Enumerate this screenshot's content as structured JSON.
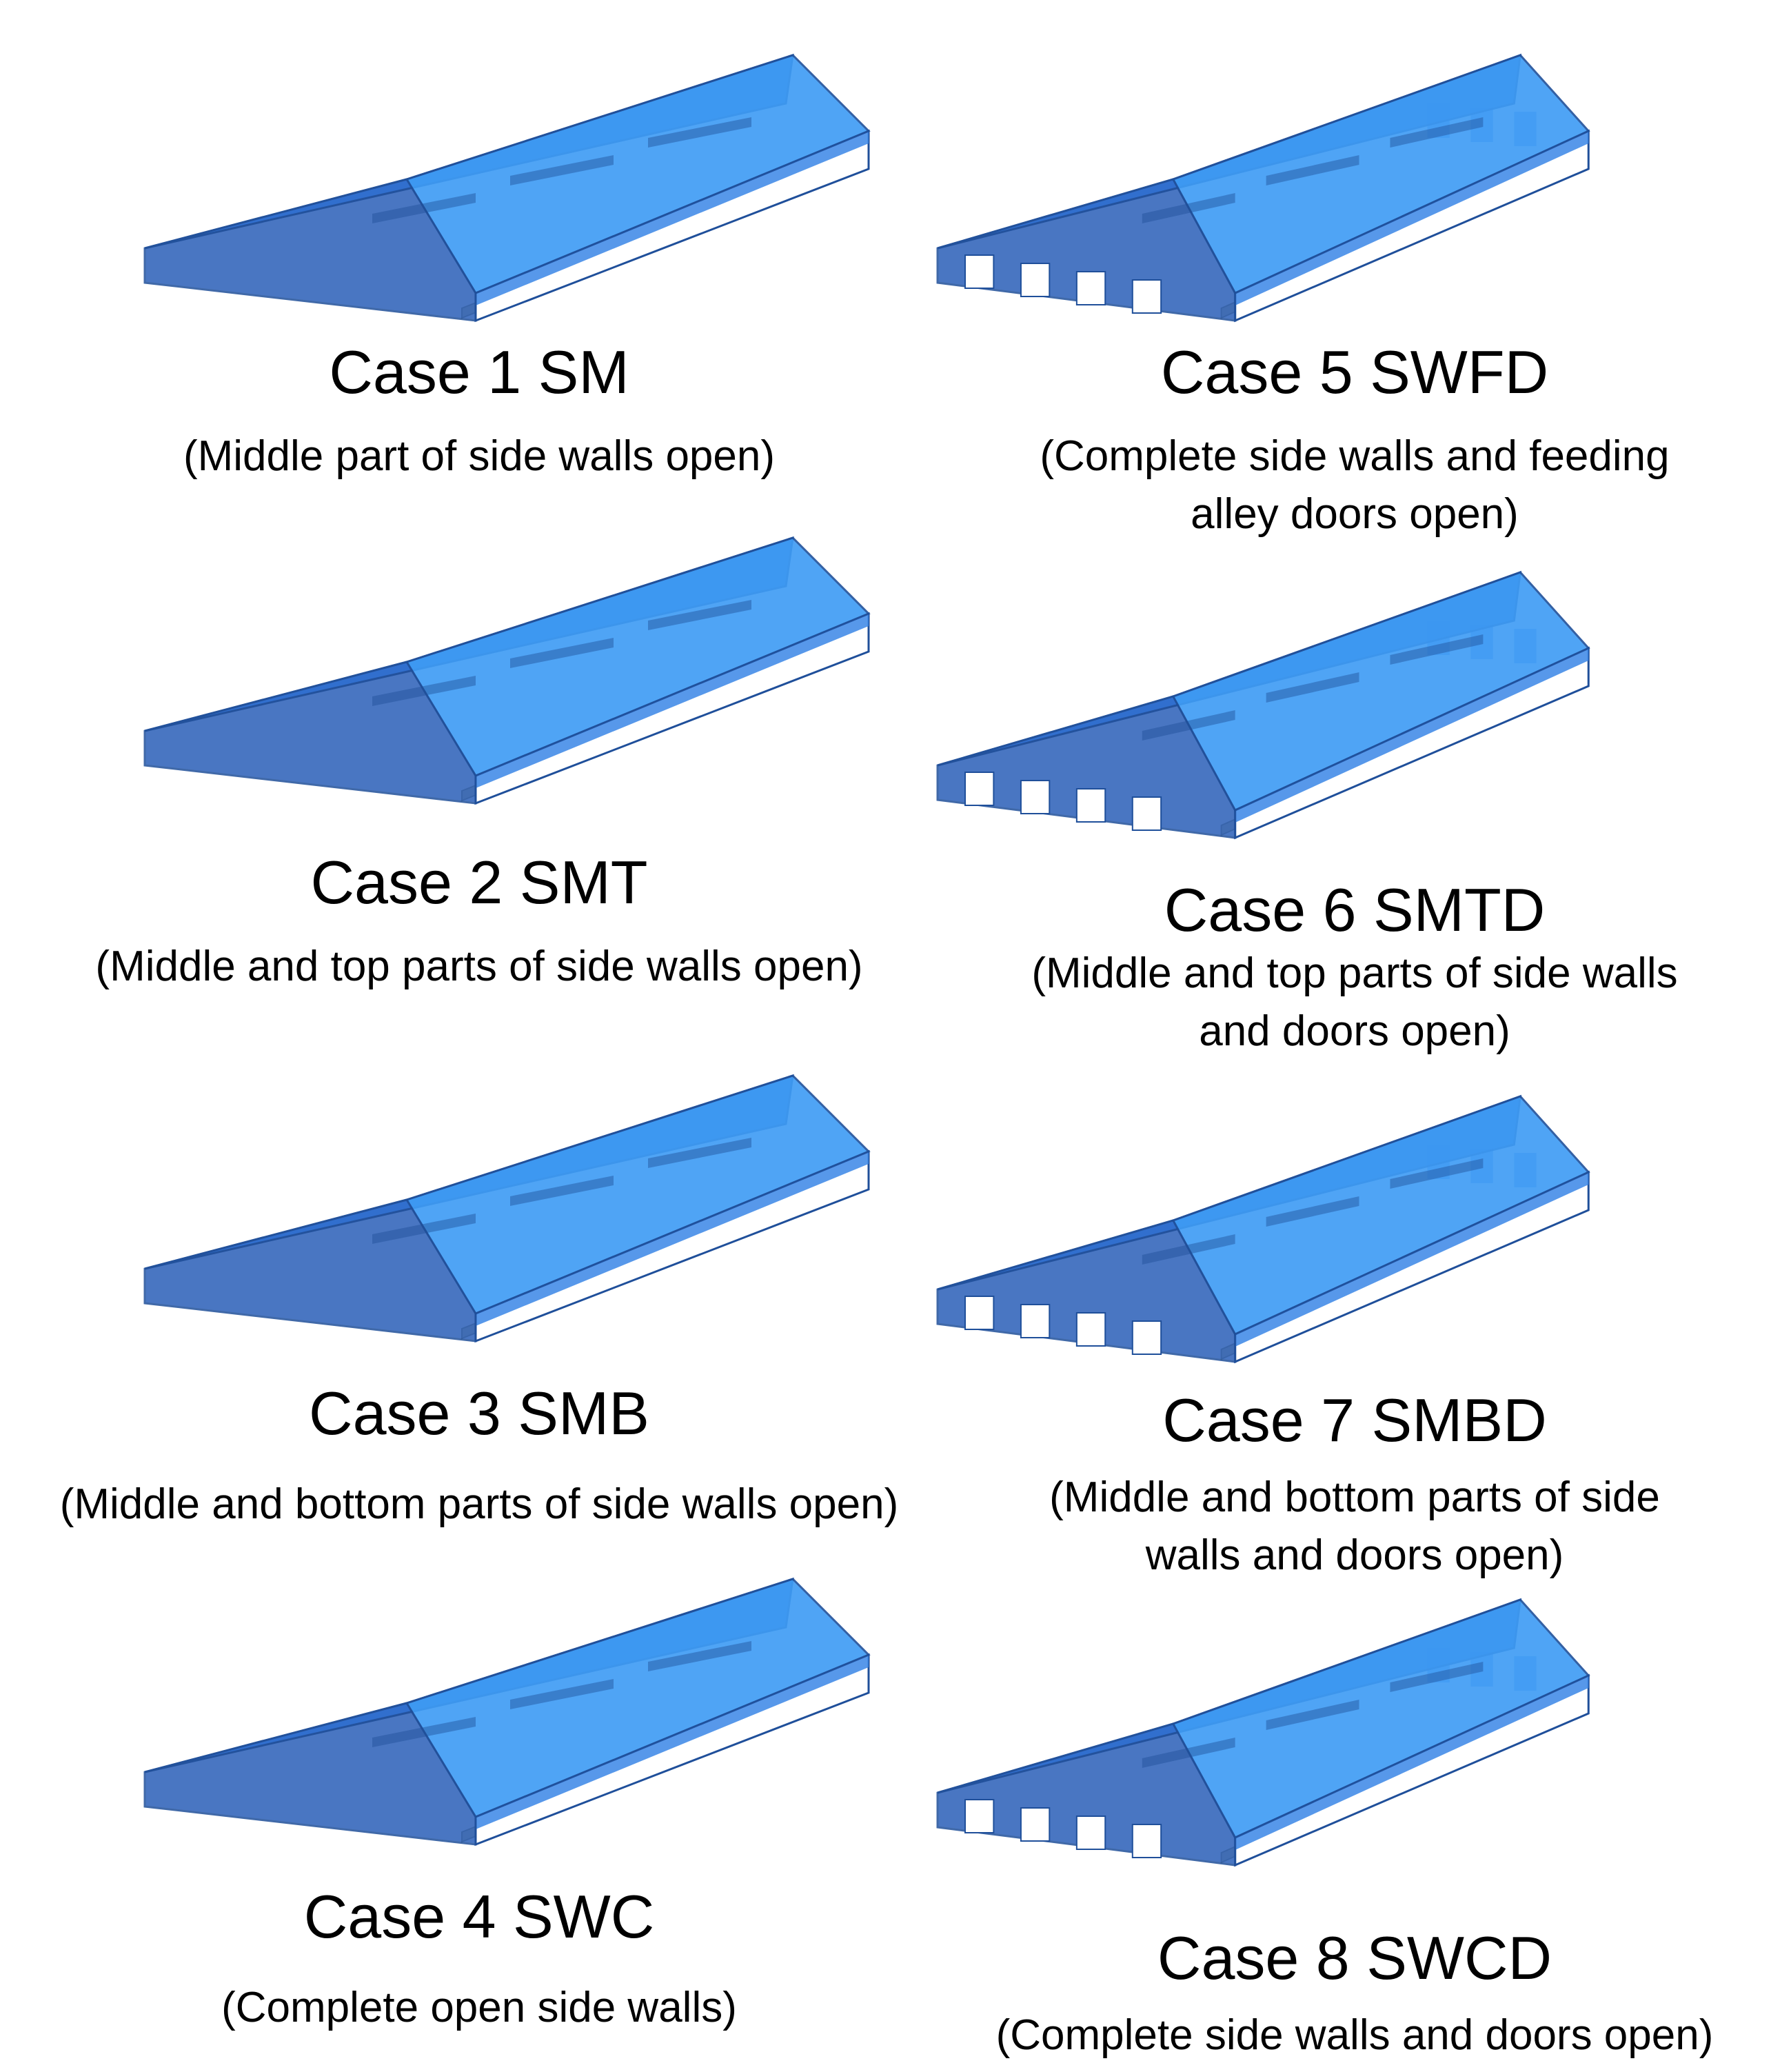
{
  "colors": {
    "roof_light": "#3d9bf5",
    "roof_dark": "#2f6fd0",
    "wall": "#3a86e6",
    "wall_dark": "#2a5fb8",
    "feed_alley": "#c9c29a",
    "opening": "#ffffff",
    "edge": "#1f4f9a"
  },
  "cases": [
    {
      "id": "case-1",
      "title": "Case 1 SM",
      "description": "(Middle part of side walls open)",
      "doors": false
    },
    {
      "id": "case-2",
      "title": "Case 2 SMT",
      "description": "(Middle and top parts of side walls open)",
      "doors": false
    },
    {
      "id": "case-3",
      "title": "Case 3 SMB",
      "description": "(Middle and bottom parts of side walls open)",
      "doors": false
    },
    {
      "id": "case-4",
      "title": "Case 4 SWC",
      "description": "(Complete open side walls)",
      "doors": false
    },
    {
      "id": "case-5",
      "title": "Case 5 SWFD",
      "description": "(Complete side walls and feeding\nalley doors open)",
      "doors": true
    },
    {
      "id": "case-6",
      "title": "Case 6 SMTD",
      "description": "(Middle and top parts of side walls\nand doors open)",
      "doors": true
    },
    {
      "id": "case-7",
      "title": "Case 7 SMBD",
      "description": "(Middle and bottom parts of side\nwalls and doors open)",
      "doors": true
    },
    {
      "id": "case-8",
      "title": "Case 8 SWCD",
      "description": "(Complete side walls and doors open)",
      "doors": true
    }
  ]
}
